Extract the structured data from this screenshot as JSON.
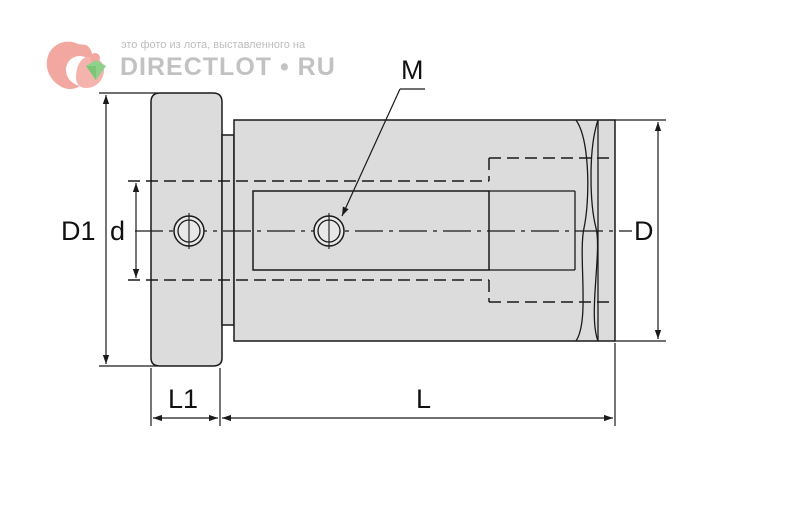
{
  "watermark": {
    "caption": "это фото из лота, выставленного на",
    "brand": "DIRECTLOT • RU",
    "logo_icon": "squirrel-gem-icon",
    "colors": {
      "squirrel": "#f2a7a0",
      "gem": "#8fd18a",
      "text": "#c2c2c2"
    }
  },
  "labels": {
    "M": "M",
    "D1": "D1",
    "d": "d",
    "D": "D",
    "L1": "L1",
    "L": "L"
  },
  "colors": {
    "body_fill": "#dcdcdc",
    "stroke": "#1a1a1a",
    "background": "#ffffff"
  }
}
